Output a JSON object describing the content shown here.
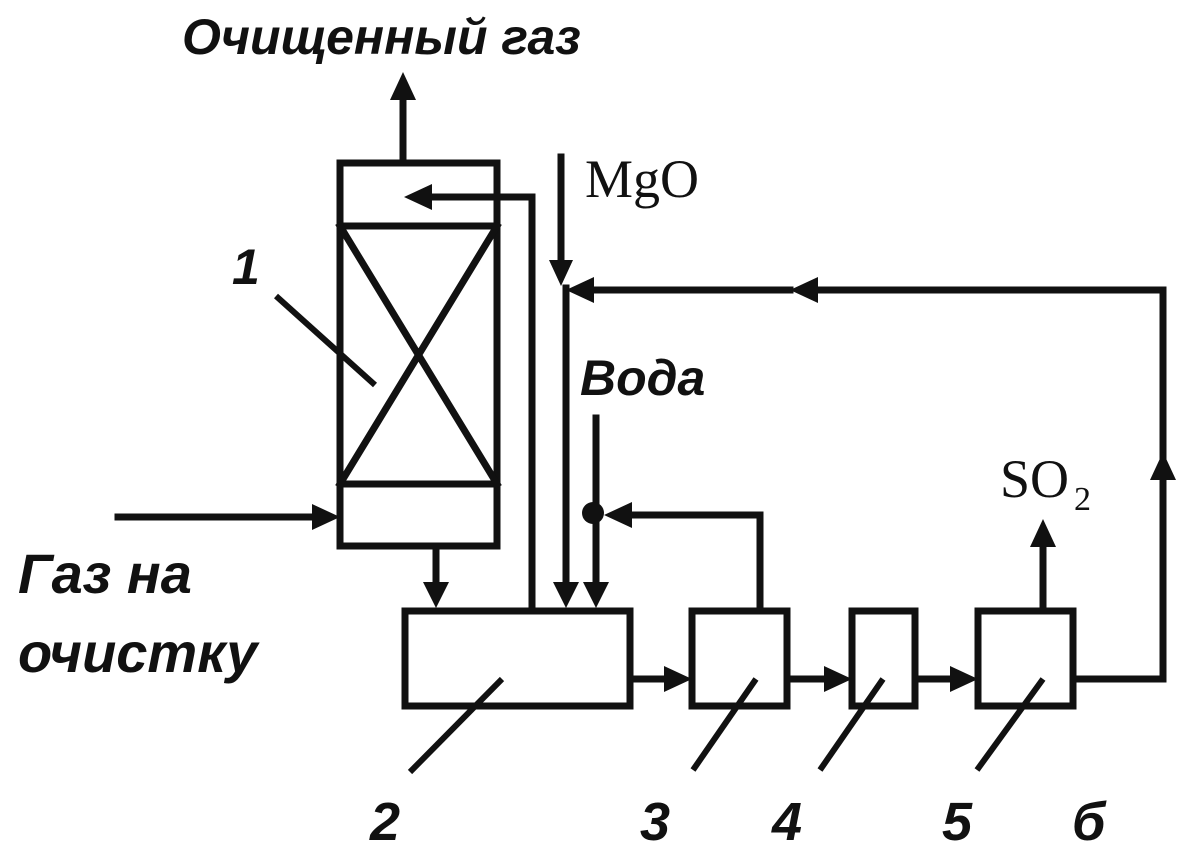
{
  "labels": {
    "clean_gas": "Очищенный газ",
    "mgo": "MgO",
    "water": "Вода",
    "so2": "SO",
    "so2_subscript": "2",
    "gas_in_line1": "Газ на",
    "gas_in_line2": "очистку"
  },
  "numbers": {
    "n1": "1",
    "n2": "2",
    "n3": "3",
    "n4": "4",
    "n5": "5",
    "n6": "б"
  }
}
